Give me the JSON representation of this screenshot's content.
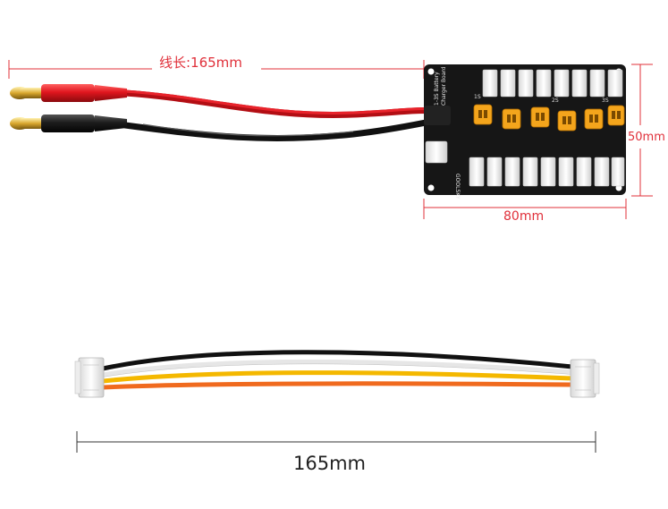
{
  "colors": {
    "dimension_red": "#e0303a",
    "dimension_black": "#333333",
    "board": "#161616",
    "connector_white": "#f2f2f2",
    "xt30_yellow": "#f4a51c",
    "wire_red": "#d8141c",
    "wire_black": "#1a1a1a",
    "wire_yellow": "#f4b800",
    "wire_orange": "#f06a1e",
    "wire_white": "#eeeeee"
  },
  "dimensions": {
    "lead_length_label": "线长:165mm",
    "board_width_label": "80mm",
    "board_height_label": "50mm",
    "cable_length_label": "165mm"
  },
  "board_markings": {
    "title": "1-3S Battery",
    "subtitle": "Charger Board",
    "brand": "GOOLSKY",
    "balance_labels": [
      "1S",
      "2S",
      "3S"
    ]
  },
  "icons": {
    "banana_plug_red": "banana-plug-icon",
    "banana_plug_black": "banana-plug-icon",
    "xt30_connector": "xt30-connector-icon",
    "jst_connector": "jst-xh-connector-icon"
  }
}
